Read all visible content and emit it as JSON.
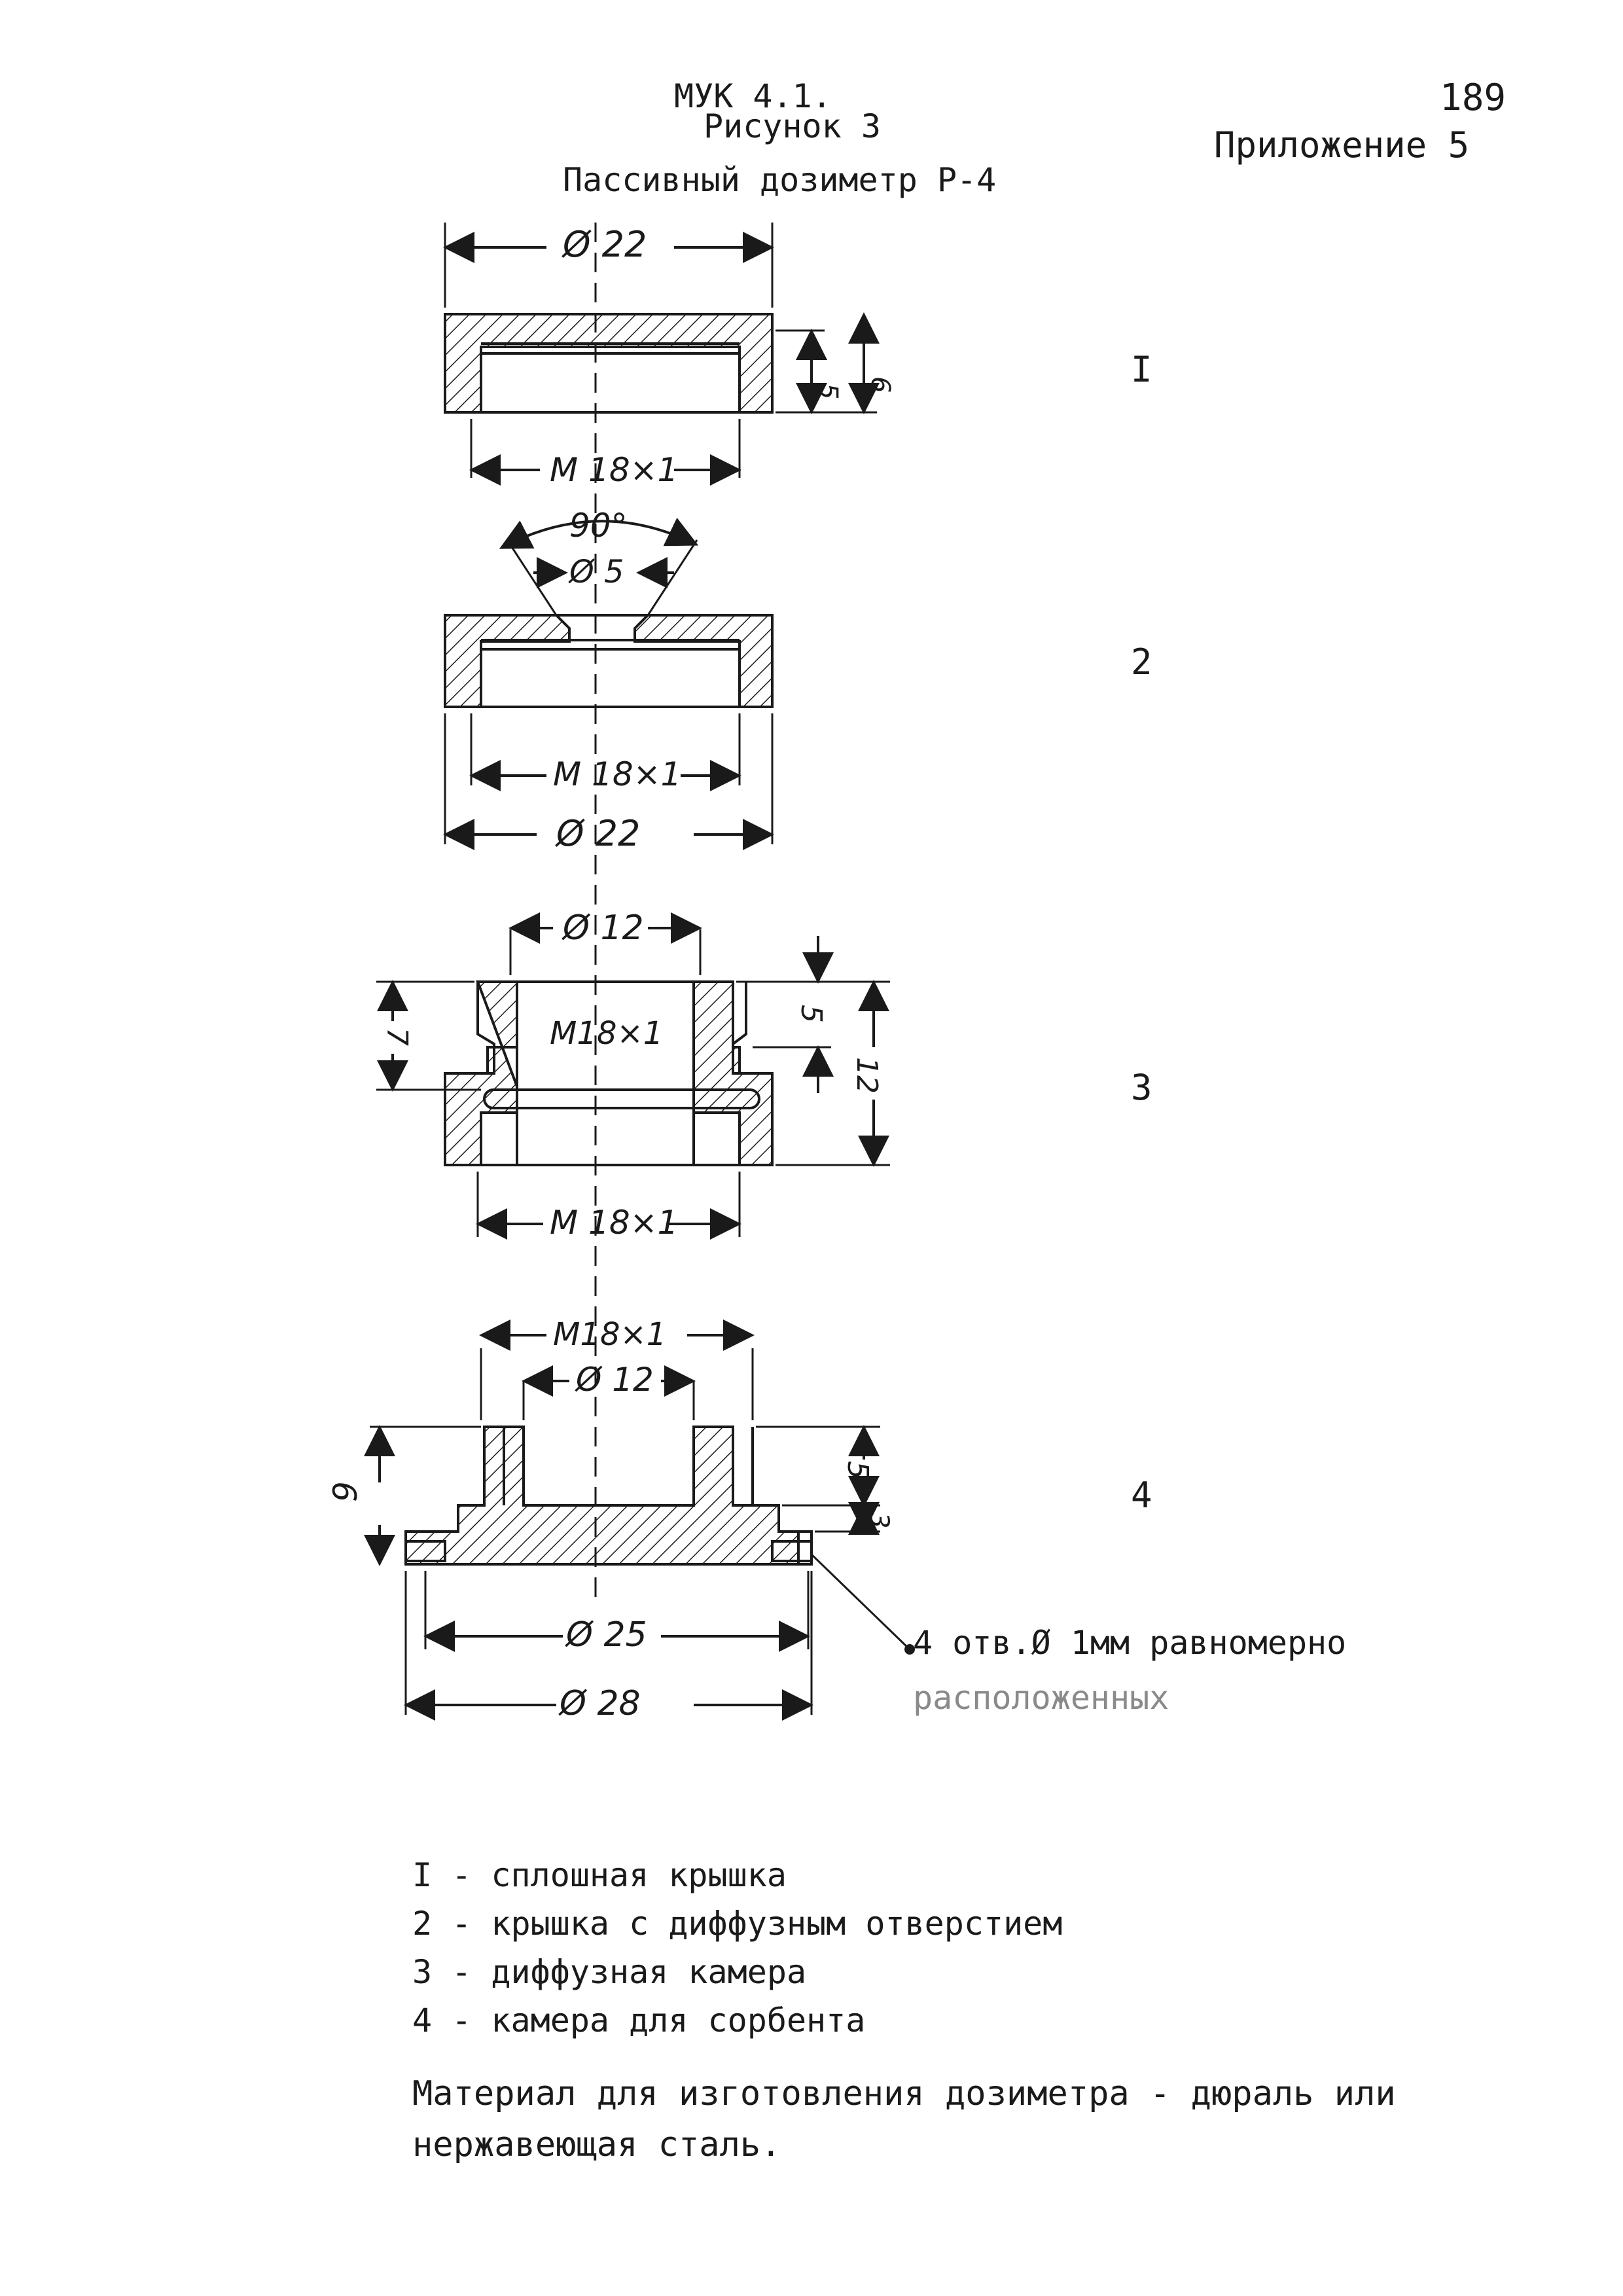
{
  "header": {
    "doc_code": "МУК 4.1.",
    "figure": "Рисунок 3",
    "page_number": "189",
    "appendix": "Приложение  5"
  },
  "title": "Пассивный дозиметр Р-4",
  "views": [
    {
      "label": "I"
    },
    {
      "label": "2"
    },
    {
      "label": "3"
    },
    {
      "label": "4"
    }
  ],
  "dimensions": {
    "v1": {
      "dia": "Ø 22",
      "h_inner": "5",
      "h_outer": "6",
      "thread": "М 18×1"
    },
    "v2": {
      "angle": "90°",
      "hole": "Ø 5",
      "thread": "М 18×1",
      "dia": "Ø 22"
    },
    "v3": {
      "dia": "Ø 12",
      "thread_inner": "М18×1",
      "h_left": "7",
      "h_top": "5",
      "h_total": "12",
      "thread_bottom": "М 18×1"
    },
    "v4": {
      "thread": "М18×1",
      "dia": "Ø 12",
      "h_total": "9",
      "h_top": "5",
      "h_step": "3",
      "dia_mid": "Ø 25",
      "dia_base": "Ø 28"
    }
  },
  "hole_note": {
    "line1": "4 отв.Ø 1мм равномерно",
    "line2": "расположенных"
  },
  "legend": [
    "I - сплошная крышка",
    "2 - крышка с диффузным отверстием",
    "3 - диффузная камера",
    "4 - камера для сорбента"
  ],
  "note": {
    "line1": "Материал для изготовления дозиметра - дюраль или",
    "line2": "нержавеющая сталь."
  }
}
